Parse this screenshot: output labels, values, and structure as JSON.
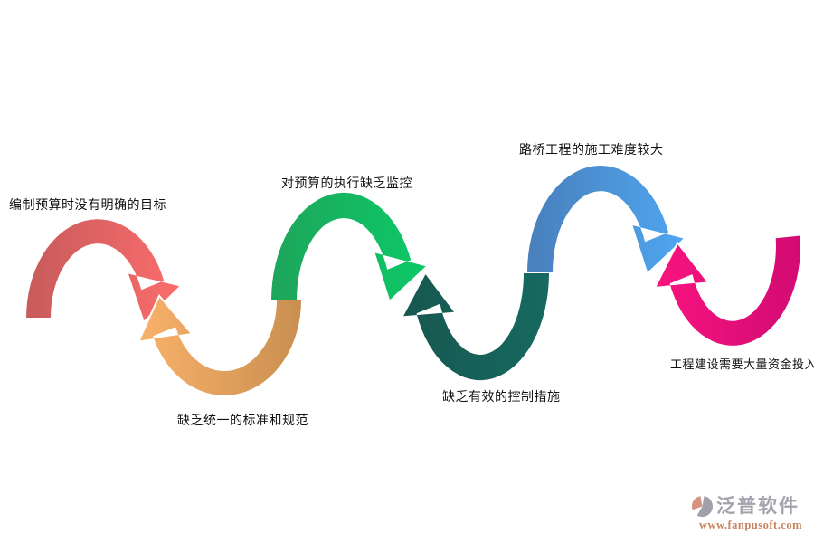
{
  "diagram": {
    "background": "#ffffff",
    "label_color": "#111111",
    "items": [
      {
        "id": "red",
        "shape": "arch",
        "label": "编制预算时没有明确的目标",
        "color_start": "#c75b5b",
        "color_end": "#fb6c6c"
      },
      {
        "id": "orange",
        "shape": "u",
        "label": "缺乏统一的标准和规范",
        "color_start": "#f9b16a",
        "color_end": "#c98f50"
      },
      {
        "id": "green",
        "shape": "arch",
        "label": "对预算的执行缺乏监控",
        "color_start": "#1ea55b",
        "color_end": "#0cc967"
      },
      {
        "id": "teal",
        "shape": "u",
        "label": "缺乏有效的控制措施",
        "color_start": "#175750",
        "color_end": "#166a60"
      },
      {
        "id": "blue",
        "shape": "arch",
        "label": "路桥工程的施工难度较大",
        "color_start": "#4a7fbc",
        "color_end": "#4ea6ef"
      },
      {
        "id": "pink",
        "shape": "u",
        "label": "工程建设需要大量资金投入",
        "color_start": "#f9137f",
        "color_end": "#d20b73"
      }
    ]
  },
  "watermark": {
    "brand": "泛普软件",
    "url": "www.fanpusoft.com",
    "brand_color": "#a2a3ad",
    "url_color": "#c8825f",
    "icon_gray": "#9fa0aa",
    "icon_accent": "#d69480"
  }
}
